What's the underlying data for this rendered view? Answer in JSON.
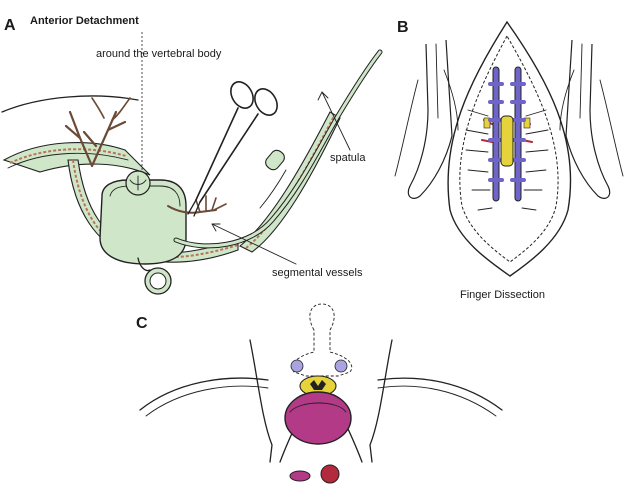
{
  "panels": {
    "a": {
      "letter": "A",
      "title": "Anterior Detachment"
    },
    "b": {
      "letter": "B",
      "caption": "Finger Dissection"
    },
    "c": {
      "letter": "C"
    }
  },
  "labels": {
    "around_vertebral_body": "around the vertebral body",
    "spatula": "spatula",
    "segmental_vessels": "segmental vessels"
  },
  "colors": {
    "tissue_green": "#cfe6c8",
    "vessel_brown": "#b8745a",
    "dura_blue": "#6f64c8",
    "cord_yellow": "#e6d23a",
    "vertebra_magenta": "#b23a86",
    "artery_red": "#b22a3c",
    "nerve_pale_blue": "#a9a4e0"
  }
}
